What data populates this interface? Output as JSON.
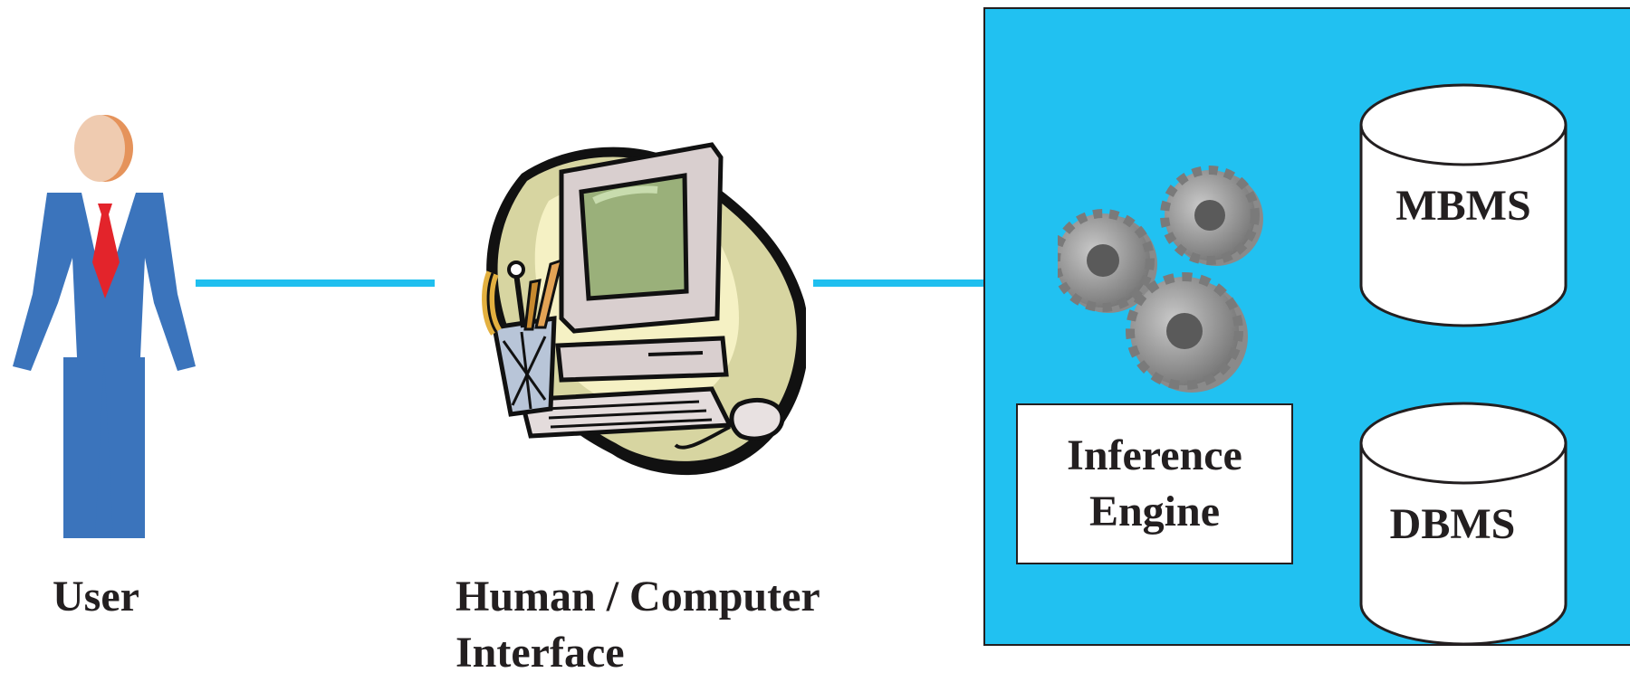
{
  "diagram": {
    "user": {
      "label": "User",
      "icon": "person-icon"
    },
    "interface": {
      "label_line1": "Human / Computer",
      "label_line2": "Interface",
      "icon": "computer-icon"
    },
    "system": {
      "inference_engine": {
        "line1": "Inference",
        "line2": "Engine",
        "icon": "gears-icon"
      },
      "mbms": {
        "label": "MBMS"
      },
      "dbms": {
        "label": "DBMS"
      }
    },
    "colors": {
      "connector": "#1fbfef",
      "system_background": "#21c1f1",
      "suit": "#3b74bc",
      "tie": "#e3242b",
      "skin": "#efcbb0",
      "text": "#231f20"
    }
  }
}
